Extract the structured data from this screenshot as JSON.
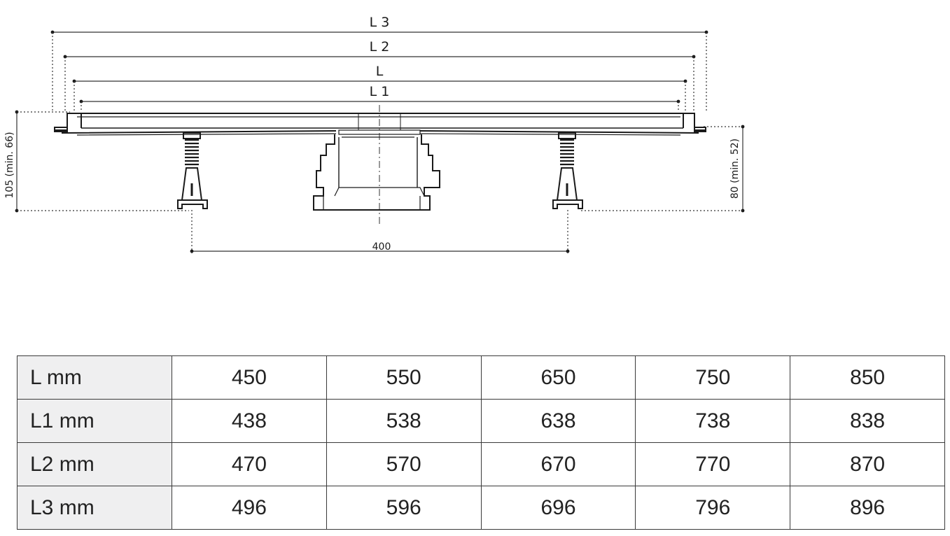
{
  "diagram": {
    "dimension_labels": {
      "l3": "L 3",
      "l2": "L 2",
      "l": "L",
      "l1": "L 1",
      "left_height": "105 (min. 66)",
      "right_height": "80  (min. 52)",
      "foot_spacing": "400"
    }
  },
  "table": {
    "rows": [
      {
        "label": "L mm",
        "values": [
          "450",
          "550",
          "650",
          "750",
          "850"
        ]
      },
      {
        "label": "L1 mm",
        "values": [
          "438",
          "538",
          "638",
          "738",
          "838"
        ]
      },
      {
        "label": "L2 mm",
        "values": [
          "470",
          "570",
          "670",
          "770",
          "870"
        ]
      },
      {
        "label": "L3 mm",
        "values": [
          "496",
          "596",
          "696",
          "796",
          "896"
        ]
      }
    ]
  }
}
